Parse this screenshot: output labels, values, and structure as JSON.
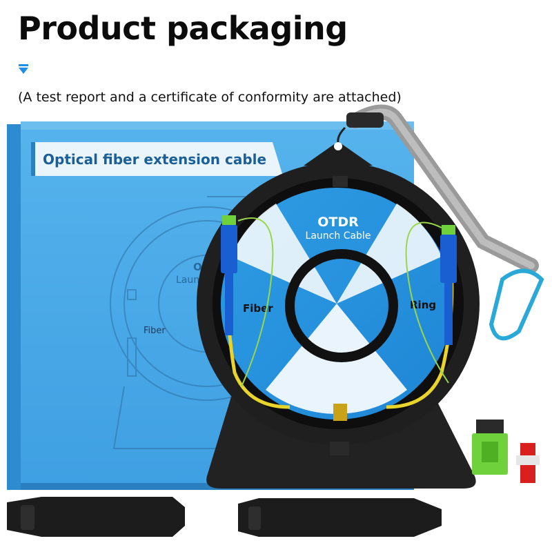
{
  "header": {
    "title": "Product packaging",
    "note": "(A test report and a certificate of conformity are attached)",
    "marker_icon": "triangle-down-icon",
    "accent_color": "#1d8fe6"
  },
  "box": {
    "label": "Optical fiber extension cable",
    "sketch_text_short": "Laun",
    "sketch_text_o": "O",
    "sketch_fiber": "Fiber",
    "color": "#3aa4e6"
  },
  "reel": {
    "title": "OTDR",
    "subtitle": "Launch Cable",
    "left_label": "Fiber",
    "right_label": "Ring",
    "body_color": "#1f1f1f",
    "disc_color": "#2a97e0"
  },
  "accessories": {
    "adapter_color": "#6fd13b",
    "cap_color": "#d9201e",
    "carabiner_color": "#2aa8d8",
    "strap_color": "#a9a9a9",
    "connector_color": "#1a5fd1",
    "velcro_count": 2
  }
}
